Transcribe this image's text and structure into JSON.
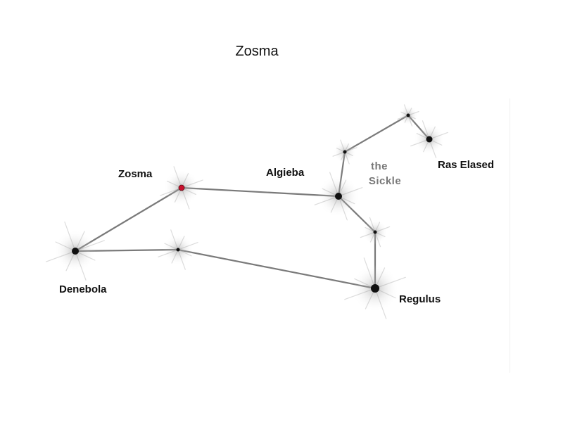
{
  "title": "Zosma",
  "asterism": {
    "line1": "the",
    "line2": "Sickle"
  },
  "colors": {
    "highlight_star": "#c8102e",
    "star": "#111111",
    "line": "#7a7a7a",
    "glow": "#9a9a9a"
  },
  "stars": [
    {
      "id": "zosma",
      "label": "Zosma",
      "highlight": true
    },
    {
      "id": "algieba",
      "label": "Algieba",
      "highlight": false
    },
    {
      "id": "ras-elased",
      "label": "Ras Elased",
      "highlight": false
    },
    {
      "id": "denebola",
      "label": "Denebola",
      "highlight": false
    },
    {
      "id": "regulus",
      "label": "Regulus",
      "highlight": false
    },
    {
      "id": "chertan",
      "label": "",
      "highlight": false
    },
    {
      "id": "sickle-1",
      "label": "",
      "highlight": false
    },
    {
      "id": "sickle-2",
      "label": "",
      "highlight": false
    },
    {
      "id": "eta-leo",
      "label": "",
      "highlight": false
    }
  ],
  "connections": [
    [
      "denebola",
      "zosma"
    ],
    [
      "zosma",
      "algieba"
    ],
    [
      "algieba",
      "sickle-1"
    ],
    [
      "sickle-1",
      "sickle-2"
    ],
    [
      "sickle-2",
      "ras-elased"
    ],
    [
      "algieba",
      "eta-leo"
    ],
    [
      "eta-leo",
      "regulus"
    ],
    [
      "regulus",
      "chertan"
    ],
    [
      "chertan",
      "denebola"
    ]
  ]
}
